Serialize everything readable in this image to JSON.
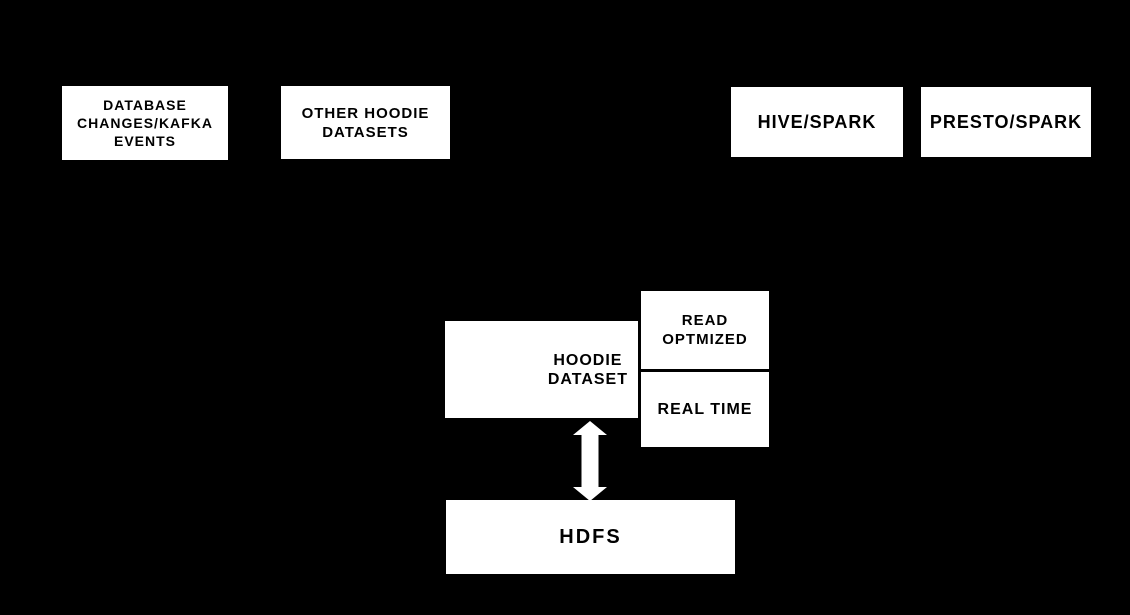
{
  "diagram": {
    "colors": {
      "background": "#000000",
      "node_fill": "#ffffff",
      "node_text": "#000000",
      "arrow_fill": "#ffffff"
    },
    "nodes": {
      "database_changes": {
        "label": "DATABASE\nCHANGES/KAFKA\nEVENTS"
      },
      "other_hoodie_datasets": {
        "label": "OTHER HOODIE\nDATASETS"
      },
      "hive_spark": {
        "label": "HIVE/SPARK"
      },
      "presto_spark": {
        "label": "PRESTO/SPARK"
      },
      "hoodie_dataset": {
        "label": "HOODIE\nDATASET"
      },
      "read_optimized": {
        "label": "READ\nOPTMIZED"
      },
      "real_time": {
        "label": "REAL TIME"
      },
      "hdfs": {
        "label": "HDFS"
      }
    },
    "connections": [
      {
        "from": "hoodie_dataset",
        "to": "hdfs",
        "style": "bidirectional-vertical-arrow"
      }
    ]
  }
}
